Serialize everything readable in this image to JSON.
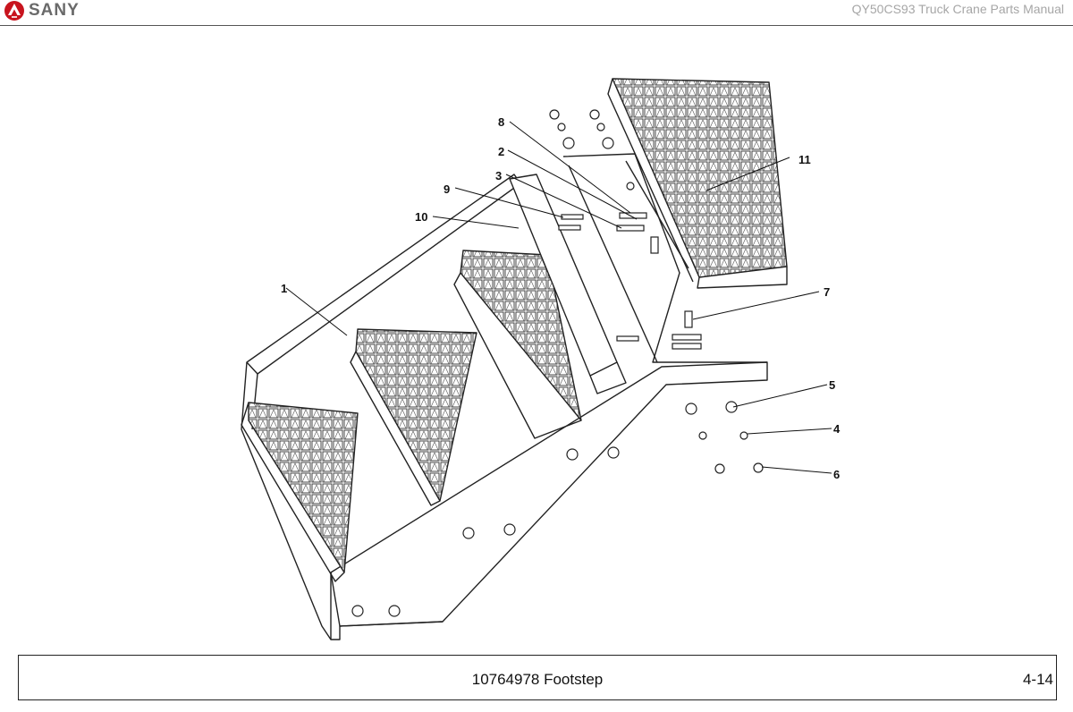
{
  "header": {
    "brand": "SANY",
    "doc_title": "QY50CS93 Truck Crane  Parts Manual"
  },
  "figure": {
    "callouts": [
      "1",
      "2",
      "3",
      "4",
      "5",
      "6",
      "7",
      "8",
      "9",
      "10",
      "11"
    ]
  },
  "footer": {
    "caption": "10764978 Footstep",
    "page": "4-14"
  }
}
